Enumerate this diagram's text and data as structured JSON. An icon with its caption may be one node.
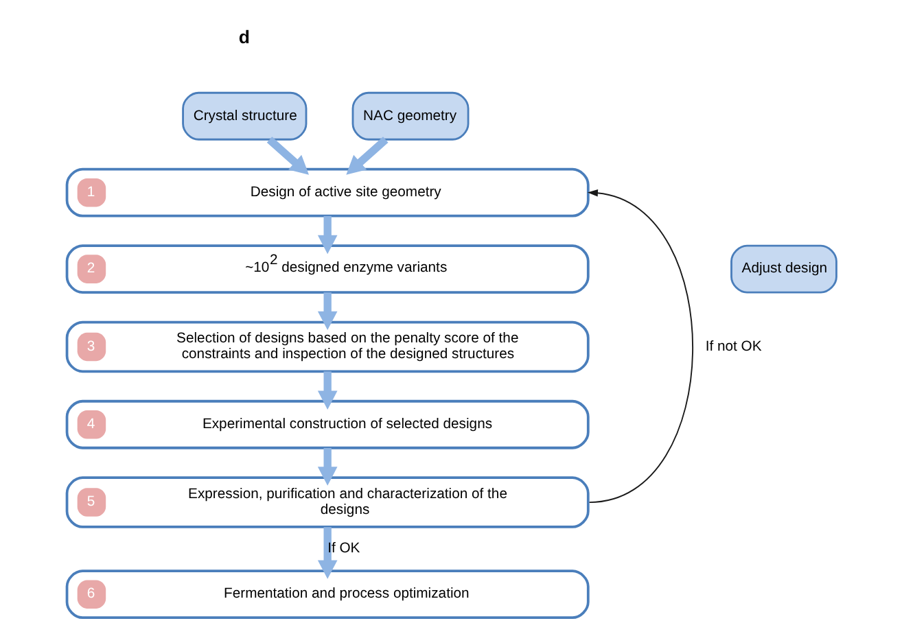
{
  "diagram": {
    "nodes": [
      {
        "text": [
          "Crystal structure"
        ]
      },
      {
        "text": [
          "NAC geometry"
        ]
      },
      {
        "text": [
          "1",
          "Design of active site geometry"
        ]
      },
      {
        "text": [
          "2",
          "~10$^{2}$ designed enzyme variants"
        ]
      },
      {
        "text": [
          "3",
          "Selection of designs based on the penalty score of the constraints and inspection of the designed structures"
        ]
      },
      {
        "text": [
          "4",
          "Experimental construction of selected designs"
        ]
      },
      {
        "text": [
          "5",
          "Expression, purification and characterization of the designs"
        ]
      },
      {
        "text": [
          "6",
          "Fermentation and process optimization"
        ]
      },
      {
        "text": [
          "Adjust design"
        ]
      }
    ],
    "edges": [
      {
        "from": 0,
        "to": 2,
        "arrow": "to"
      },
      {
        "from": 1,
        "to": 2,
        "arrow": "to"
      },
      {
        "from": 2,
        "to": 3,
        "arrow": "to"
      },
      {
        "from": 3,
        "to": 4,
        "arrow": "to"
      },
      {
        "from": 4,
        "to": 5,
        "arrow": "to"
      },
      {
        "from": 5,
        "to": 6,
        "arrow": "to"
      },
      {
        "from": 6,
        "to": 7,
        "arrow": "to",
        "label": "If OK"
      },
      {
        "from": 6,
        "to": 2,
        "arrow": "to",
        "label": "If not OK",
        "color": "#1a1a1a"
      }
    ],
    "labels": [
      "d"
    ]
  }
}
